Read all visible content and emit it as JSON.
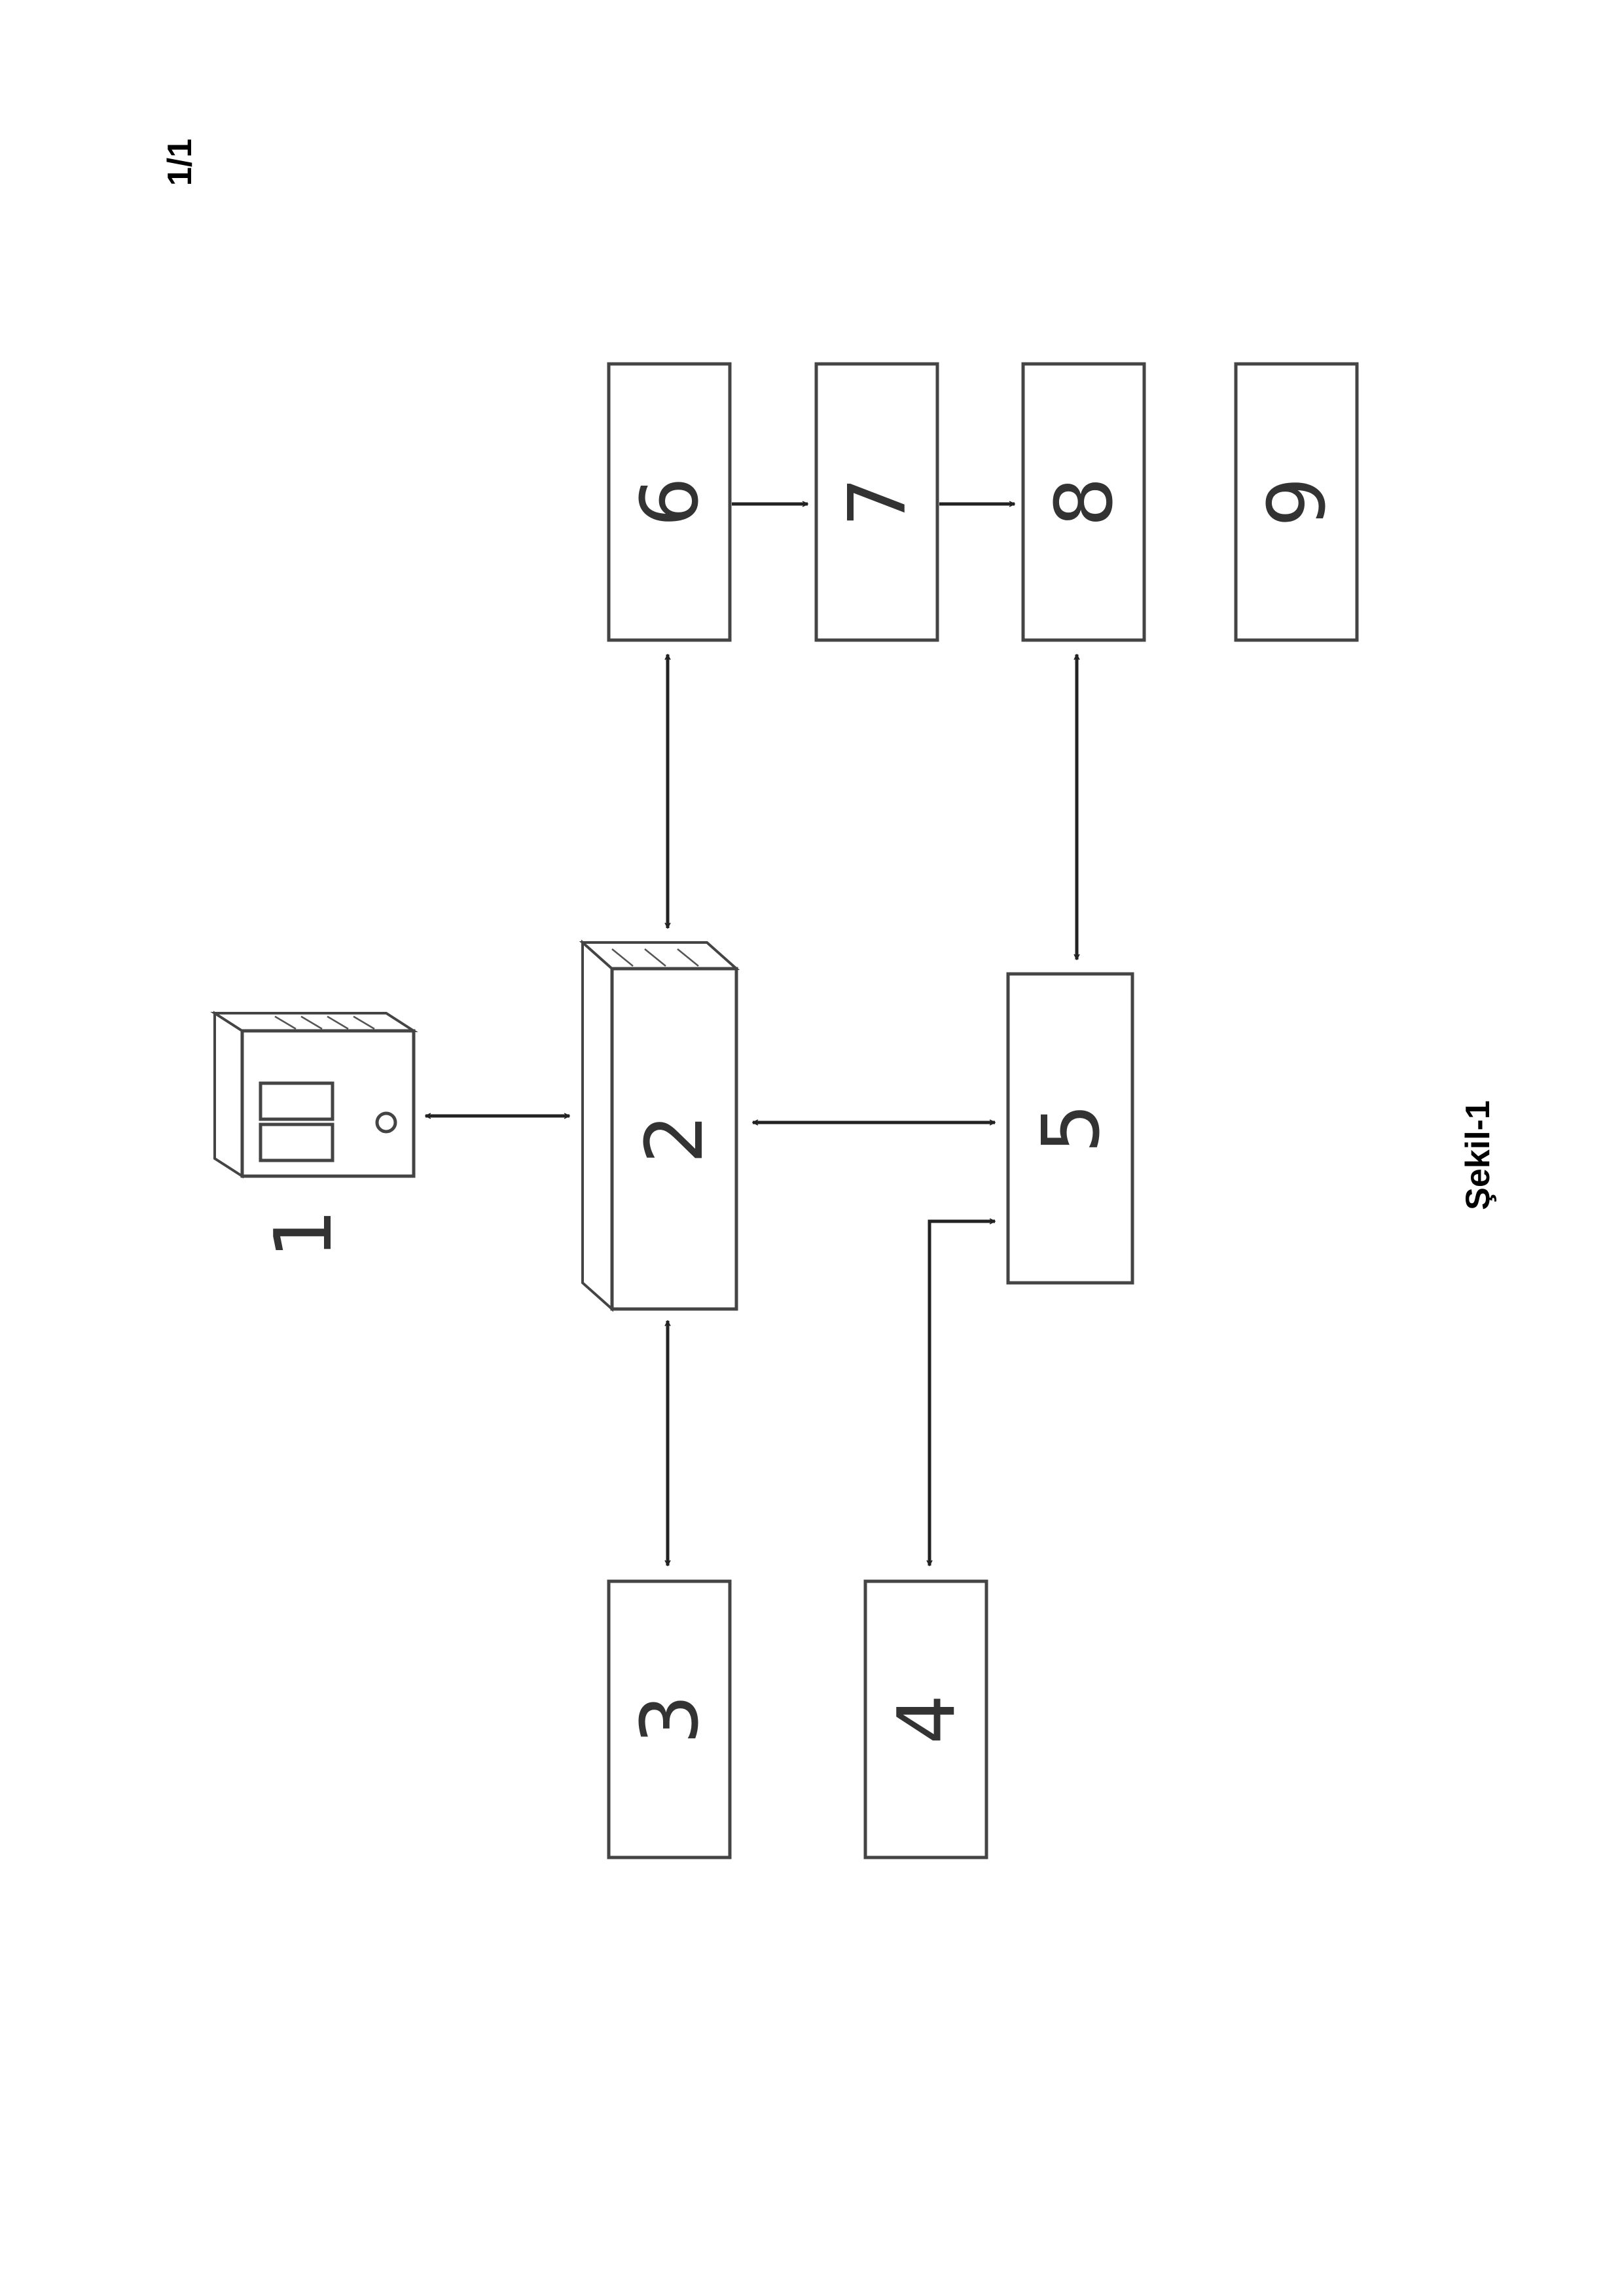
{
  "page_number": "1/1",
  "caption": "Şekil-1",
  "nodes": {
    "n1": "1",
    "n2": "2",
    "n3": "3",
    "n4": "4",
    "n5": "5",
    "n6": "6",
    "n7": "7",
    "n8": "8",
    "n9": "9"
  },
  "connections": [
    {
      "from": "1",
      "to": "2",
      "direction": "both"
    },
    {
      "from": "2",
      "to": "6",
      "direction": "both"
    },
    {
      "from": "2",
      "to": "3",
      "direction": "both"
    },
    {
      "from": "2",
      "to": "5",
      "direction": "both"
    },
    {
      "from": "4",
      "to": "5",
      "direction": "both"
    },
    {
      "from": "5",
      "to": "8",
      "direction": "both"
    },
    {
      "from": "6",
      "to": "7",
      "direction": "forward"
    },
    {
      "from": "7",
      "to": "8",
      "direction": "forward"
    }
  ],
  "colors": {
    "stroke": "#444444",
    "text": "#333333",
    "background": "#ffffff"
  }
}
